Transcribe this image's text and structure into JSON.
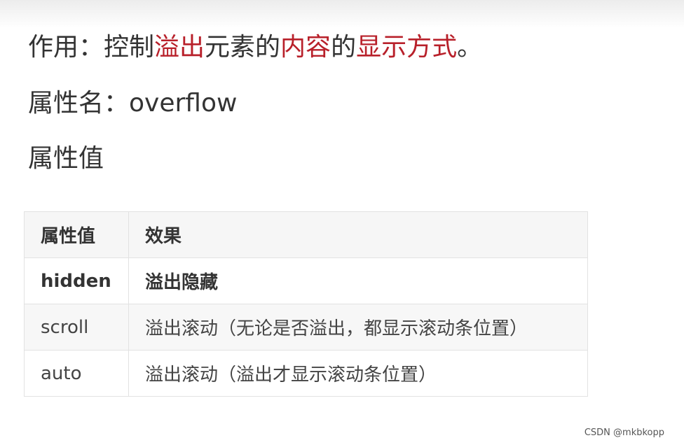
{
  "intro": {
    "prefix": "作用：控制",
    "hl1": "溢出",
    "mid1": "元素的",
    "hl2": "内容",
    "mid2": "的",
    "hl3": "显示方式",
    "end": "。"
  },
  "prop_name_line": "属性名：overflow",
  "prop_value_heading": "属性值",
  "highlight_color": "#b8202a",
  "table": {
    "headers": [
      "属性值",
      "效果"
    ],
    "rows": [
      {
        "value": "hidden",
        "effect": "溢出隐藏"
      },
      {
        "value": "scroll",
        "effect": "溢出滚动（无论是否溢出，都显示滚动条位置）"
      },
      {
        "value": "auto",
        "effect": "溢出滚动（溢出才显示滚动条位置）"
      }
    ]
  },
  "watermark": "CSDN @mkbkopp"
}
